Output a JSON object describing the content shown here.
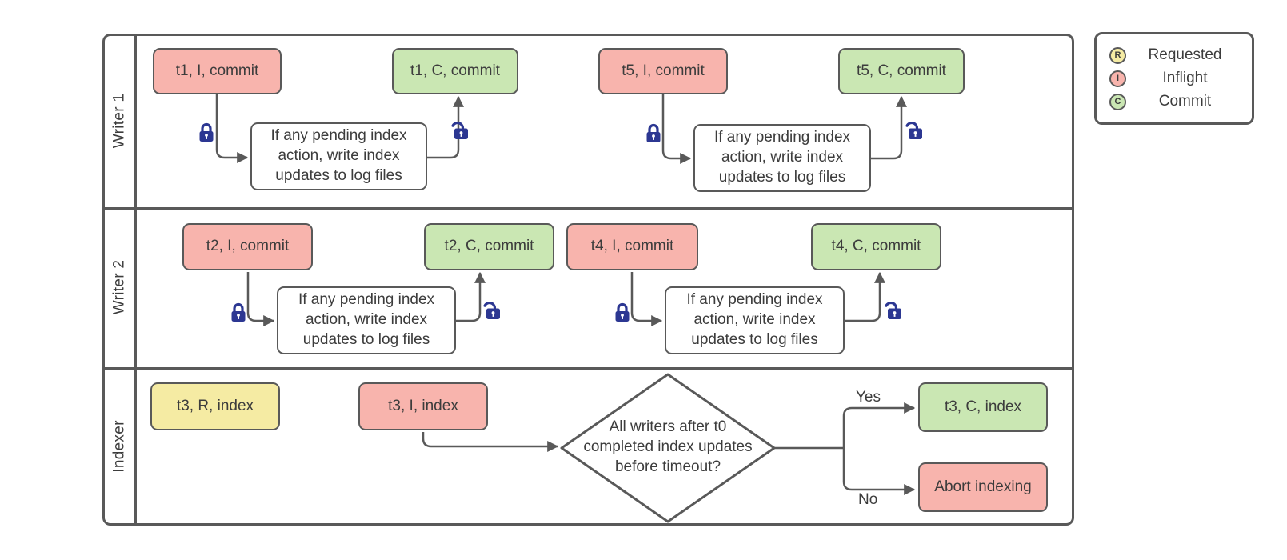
{
  "diagram": {
    "lanes": [
      {
        "label": "Writer 1"
      },
      {
        "label": "Writer 2"
      },
      {
        "label": "Indexer"
      }
    ],
    "process_note": "If any pending index action, write index updates to log files",
    "writer1": {
      "t1_inflight": "t1, I, commit",
      "t1_commit": "t1, C, commit",
      "t5_inflight": "t5, I, commit",
      "t5_commit": "t5, C, commit"
    },
    "writer2": {
      "t2_inflight": "t2, I, commit",
      "t2_commit": "t2, C, commit",
      "t4_inflight": "t4, I, commit",
      "t4_commit": "t4, C, commit"
    },
    "indexer": {
      "t3_requested": "t3, R, index",
      "t3_inflight": "t3, I, index",
      "decision": "All writers after t0 completed index updates before timeout?",
      "yes_label": "Yes",
      "no_label": "No",
      "t3_commit": "t3, C, index",
      "abort": "Abort indexing"
    }
  },
  "legend": {
    "items": [
      {
        "symbol": "R",
        "label": "Requested",
        "color": "#F5EBA3"
      },
      {
        "symbol": "I",
        "label": "Inflight",
        "color": "#F8B4AD"
      },
      {
        "symbol": "C",
        "label": "Commit",
        "color": "#CAE7B3"
      }
    ]
  },
  "colors": {
    "requested": "#F5EBA3",
    "inflight": "#F8B4AD",
    "commit": "#CAE7B3",
    "border": "#595959",
    "lock": "#2C3792",
    "text": "#3C3C3C"
  }
}
